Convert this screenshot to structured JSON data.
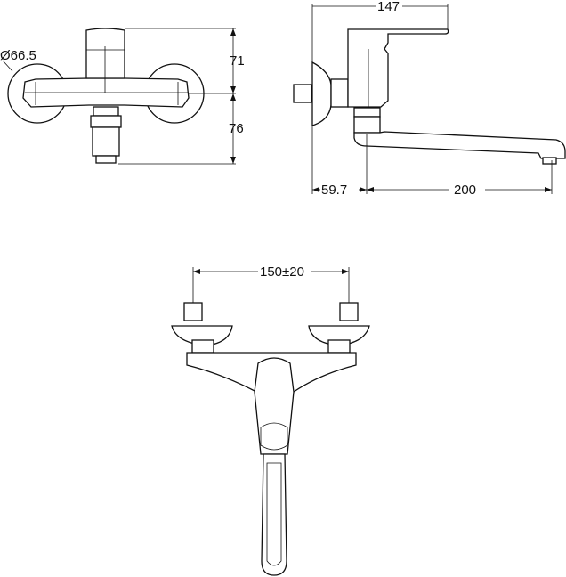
{
  "front_view": {
    "diameter_label": "Ø66.5",
    "height_upper_label": "71",
    "height_lower_label": "76"
  },
  "side_view": {
    "depth_label": "147",
    "wall_offset_label": "59.7",
    "spout_reach_label": "200"
  },
  "top_view": {
    "inlet_spacing_label": "150±20"
  }
}
